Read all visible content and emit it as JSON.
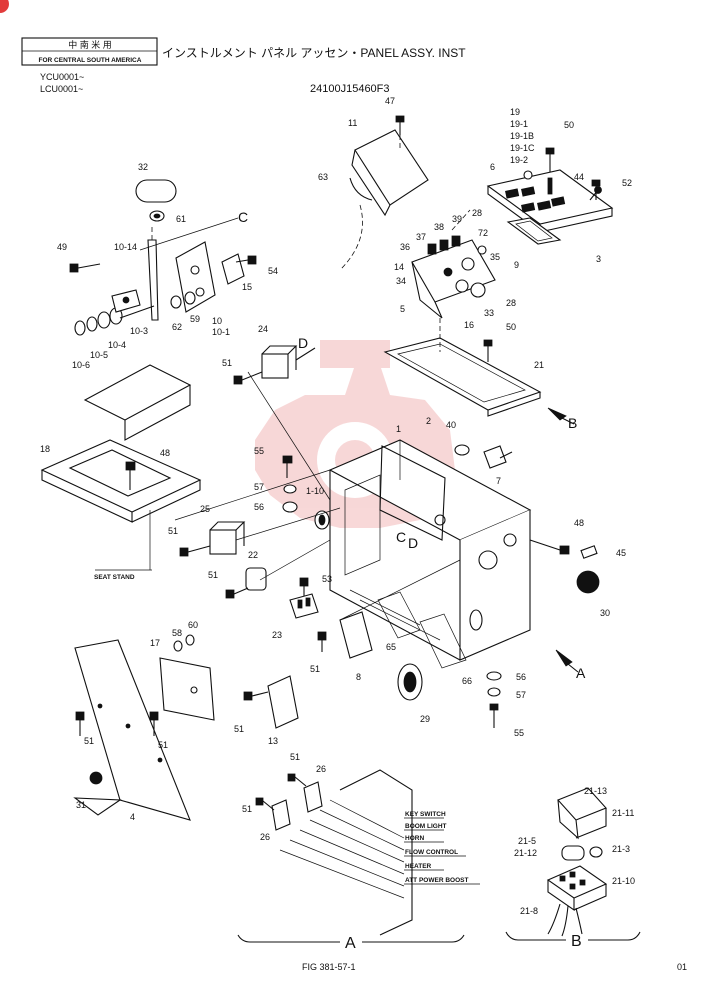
{
  "header": {
    "box_line1": "中  南  米  用",
    "box_line2": "FOR CENTRAL SOUTH AMERICA",
    "title": "インストルメント パネル アッセン・PANEL ASSY. INST",
    "serial1": "YCU0001~",
    "serial2": "LCU0001~",
    "part_number": "24100J15460F3"
  },
  "callouts": {
    "c11": "11",
    "c47": "47",
    "c63": "63",
    "c19": "19",
    "c19_1": "19-1",
    "c19_1B": "19-1B",
    "c19_1C": "19-1C",
    "c19_2": "19-2",
    "c50a": "50",
    "c6": "6",
    "c44": "44",
    "c52": "52",
    "c28a": "28",
    "c9": "9",
    "c3": "3",
    "c32": "32",
    "c61": "61",
    "cC1": "C",
    "c38": "38",
    "c39": "39",
    "c37": "37",
    "c36": "36",
    "c72": "72",
    "c35": "35",
    "c14": "14",
    "c34": "34",
    "c28b": "28",
    "c5": "5",
    "c16": "16",
    "c33": "33",
    "c49": "49",
    "c10_14": "10-14",
    "c54": "54",
    "c15": "15",
    "c10_3": "10-3",
    "c10_4": "10-4",
    "c10_5": "10-5",
    "c10_6": "10-6",
    "c62": "62",
    "c59": "59",
    "c10": "10",
    "c10_1": "10-1",
    "c50b": "50",
    "c21": "21",
    "c24": "24",
    "cD1": "D",
    "c51a": "51",
    "c2": "2",
    "cB1": "B",
    "c18": "18",
    "c48a": "48",
    "c1": "1",
    "c40": "40",
    "c55a": "55",
    "c7": "7",
    "c57a": "57",
    "c1_10": "1-10",
    "c56a": "56",
    "c25": "25",
    "cC2": "C",
    "cD2": "D",
    "c48b": "48",
    "c45": "45",
    "c51b": "51",
    "c22": "22",
    "c51c": "51",
    "c53": "53",
    "c30": "30",
    "c23": "23",
    "c65": "65",
    "c51d": "51",
    "c8": "8",
    "c66": "66",
    "cA1": "A",
    "c17": "17",
    "c58": "58",
    "c60": "60",
    "c56b": "56",
    "c57b": "57",
    "c29": "29",
    "c55b": "55",
    "c51e": "51",
    "c13": "13",
    "c51f": "51",
    "c51g": "51",
    "c31": "31",
    "c4": "4",
    "c51h": "51",
    "c26a": "26",
    "c51i": "51",
    "c26b": "26",
    "c21_13": "21-13",
    "c21_11": "21-11",
    "c21_5": "21-5",
    "c21_12": "21-12",
    "c21_3": "21-3",
    "c21_10": "21-10",
    "c21_8": "21-8",
    "cA2": "A",
    "cB2": "B"
  },
  "labels": {
    "seat_stand": "SEAT STAND",
    "key_switch": "KEY SWITCH",
    "boom_light": "BOOM LIGHT",
    "horn": "HORN",
    "flow_control": "FLOW CONTROL",
    "heater": "HEATER",
    "att_power_boost": "ATT POWER BOOST"
  },
  "footer": {
    "fig": "FIG 381-57-1",
    "page": "01"
  },
  "colors": {
    "ink": "#111111",
    "watermark": "#f2b8b8",
    "corner_mark": "#e23b3b"
  }
}
